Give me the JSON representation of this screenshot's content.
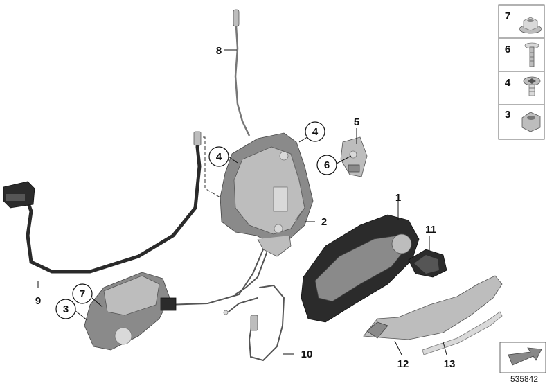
{
  "callouts": [
    {
      "id": "c1",
      "label": "1",
      "circled": false
    },
    {
      "id": "c2",
      "label": "2",
      "circled": false
    },
    {
      "id": "c3",
      "label": "3",
      "circled": true
    },
    {
      "id": "c4a",
      "label": "4",
      "circled": true
    },
    {
      "id": "c4b",
      "label": "4",
      "circled": true
    },
    {
      "id": "c5",
      "label": "5",
      "circled": false
    },
    {
      "id": "c6",
      "label": "6",
      "circled": true
    },
    {
      "id": "c7",
      "label": "7",
      "circled": true
    },
    {
      "id": "c8",
      "label": "8",
      "circled": false
    },
    {
      "id": "c9",
      "label": "9",
      "circled": false
    },
    {
      "id": "c10",
      "label": "10",
      "circled": false
    },
    {
      "id": "c11",
      "label": "11",
      "circled": false
    },
    {
      "id": "c12",
      "label": "12",
      "circled": false
    },
    {
      "id": "c13",
      "label": "13",
      "circled": false
    }
  ],
  "legend": [
    {
      "label": "7",
      "part": "nut-with-washer"
    },
    {
      "label": "6",
      "part": "screw"
    },
    {
      "label": "4",
      "part": "torx-bolt"
    },
    {
      "label": "3",
      "part": "hex-nut"
    }
  ],
  "diagram_id": "535842"
}
